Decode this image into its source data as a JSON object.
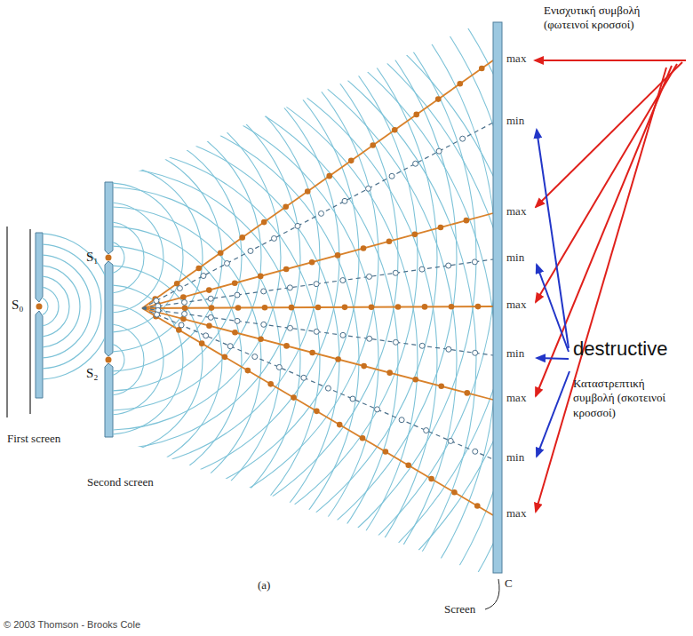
{
  "diagram": {
    "labels": [
      "max",
      "min",
      "max",
      "min",
      "max",
      "min",
      "max",
      "min",
      "max",
      "S₀",
      "S₁",
      "S₂",
      "First screen",
      "Second screen",
      "(a)",
      "C",
      "Screen",
      "© 2003 Thomson - Brooks Cole",
      "Ενισχυτική συμβολή (φωτεινοί κροσσοί)",
      "destructive",
      "Καταστρεπτική συμβολή (σκοτεινοί κροσσοί)"
    ]
  }
}
